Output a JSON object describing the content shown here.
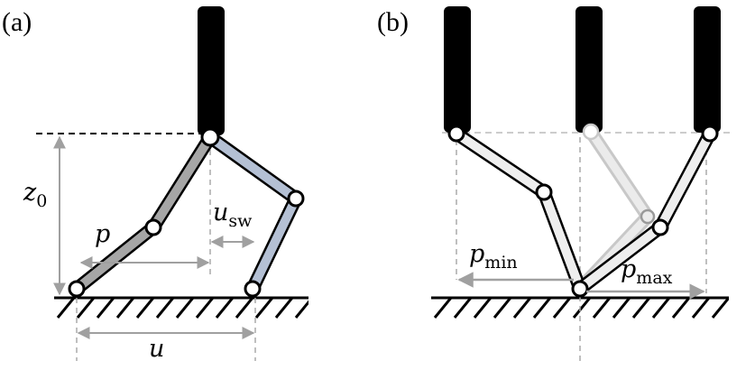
{
  "panel_a": {
    "label": "(a)",
    "z0": {
      "base": "z",
      "sub": "0"
    },
    "p": "p",
    "u_sw": {
      "base": "u",
      "sub": "sw"
    },
    "u": "u"
  },
  "panel_b": {
    "label": "(b)",
    "p_min": {
      "base": "p",
      "sub": "min"
    },
    "p_max": {
      "base": "p",
      "sub": "max"
    }
  },
  "colors": {
    "torso": "#000000",
    "stance_leg": "#a6a6a6",
    "swing_leg": "#b4c0d4",
    "pale_leg": "#eeeeee",
    "faded_leg": "#d2d2d2",
    "guide": "#aaaaaa",
    "arrow": "#a0a0a0"
  }
}
